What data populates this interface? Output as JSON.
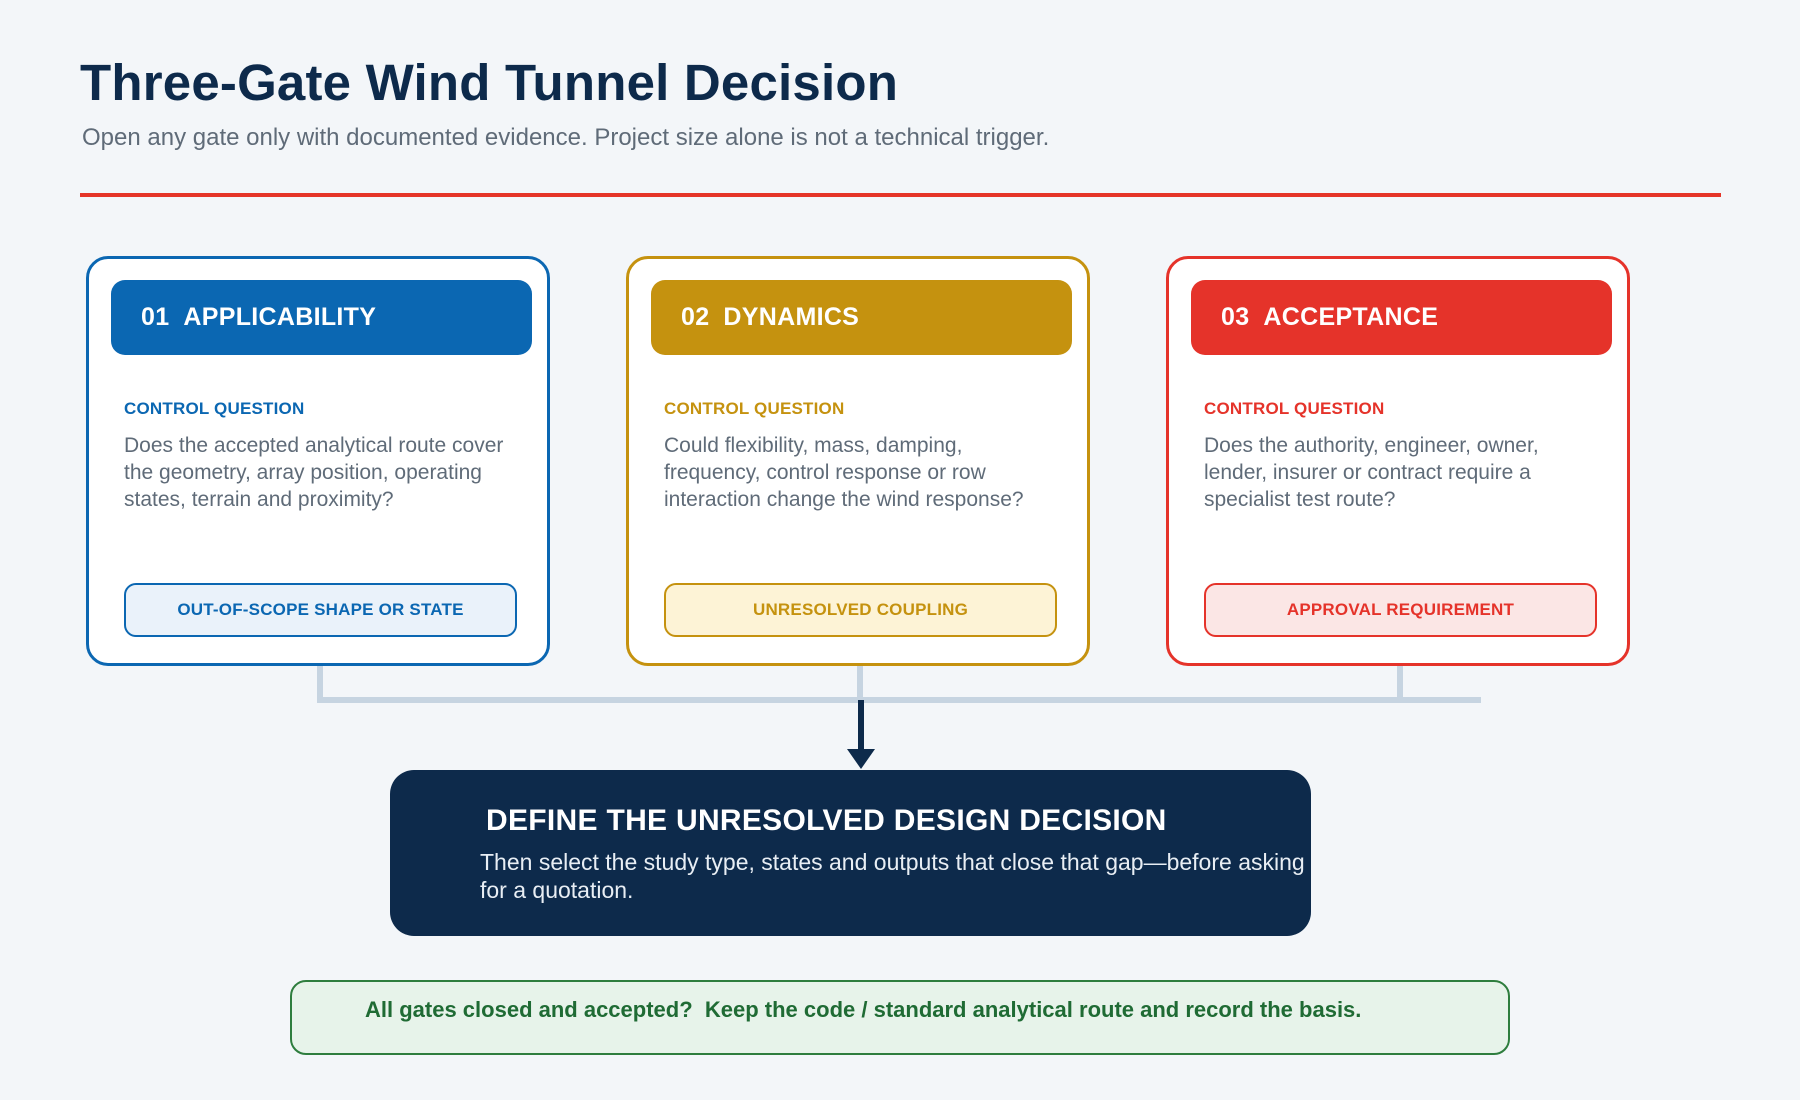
{
  "header": {
    "title": "Three-Gate Wind Tunnel Decision",
    "subtitle": "Open any gate only with documented evidence. Project size alone is not a technical trigger."
  },
  "gates": [
    {
      "number": "01",
      "name": "APPLICABILITY",
      "color": "#0b67b2",
      "tint": "#eaf2fa",
      "question_label": "CONTROL QUESTION",
      "question": "Does the accepted analytical route cover the geometry, array position, operating states, terrain and proximity?",
      "trigger": "OUT-OF-SCOPE SHAPE OR STATE"
    },
    {
      "number": "02",
      "name": "DYNAMICS",
      "color": "#c5920f",
      "tint": "#fdf3d6",
      "question_label": "CONTROL QUESTION",
      "question": "Could flexibility, mass, damping, frequency, control response or row interaction change the wind response?",
      "trigger": "UNRESOLVED COUPLING"
    },
    {
      "number": "03",
      "name": "ACCEPTANCE",
      "color": "#e5332a",
      "tint": "#fbe6e5",
      "question_label": "CONTROL QUESTION",
      "question": "Does the authority, engineer, owner, lender, insurer or contract require a specialist test route?",
      "trigger": "APPROVAL REQUIREMENT"
    }
  ],
  "decision": {
    "title": "DEFINE THE UNRESOLVED DESIGN DECISION",
    "body": "Then select the study type, states and outputs that close that gap—before asking for a quotation."
  },
  "footer": {
    "note": "All gates closed and accepted?  Keep the code / standard analytical route and record the basis."
  }
}
